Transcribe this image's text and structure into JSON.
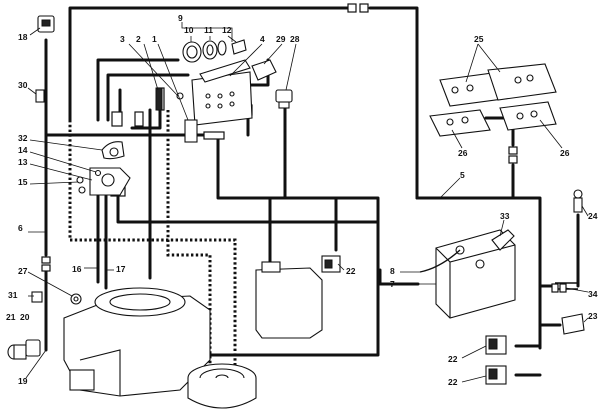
{
  "callouts": {
    "c1": "1",
    "c2": "2",
    "c3": "3",
    "c4": "4",
    "c5": "5",
    "c6": "6",
    "c7": "7",
    "c8": "8",
    "c9": "9",
    "c10": "10",
    "c11": "11",
    "c12": "12",
    "c13": "13",
    "c14": "14",
    "c15": "15",
    "c16": "16",
    "c17": "17",
    "c18": "18",
    "c19": "19",
    "c20": "20",
    "c21": "21",
    "c22a": "22",
    "c22b": "22",
    "c22c": "22",
    "c23": "23",
    "c24": "24",
    "c25": "25",
    "c26a": "26",
    "c26b": "26",
    "c27": "27",
    "c28": "28",
    "c29": "29",
    "c30": "30",
    "c31": "31",
    "c32": "32",
    "c33": "33",
    "c34": "34"
  }
}
